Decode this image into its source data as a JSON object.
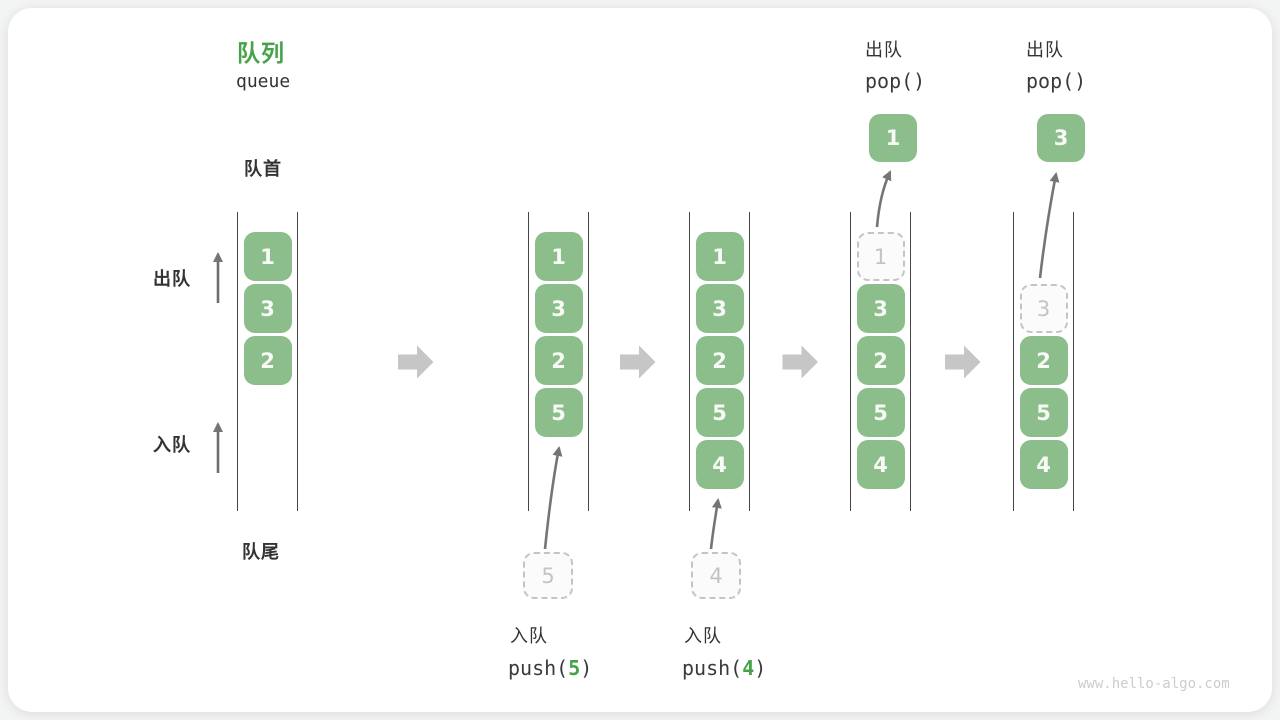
{
  "title": {
    "zh": "队列",
    "en": "queue"
  },
  "side_labels": {
    "front": "队首",
    "rear": "队尾",
    "dequeue": "出队",
    "enqueue": "入队"
  },
  "states": [
    {
      "name": "initial",
      "boxes": [
        "1",
        "3",
        "2"
      ]
    },
    {
      "name": "after-push-5",
      "boxes": [
        "1",
        "3",
        "2",
        "5"
      ],
      "incoming": "5"
    },
    {
      "name": "after-push-4",
      "boxes": [
        "1",
        "3",
        "2",
        "5",
        "4"
      ],
      "incoming": "4"
    },
    {
      "name": "after-pop-1",
      "ghost": "1",
      "boxes": [
        "3",
        "2",
        "5",
        "4"
      ],
      "popped": "1"
    },
    {
      "name": "after-pop-3",
      "ghost": "3",
      "boxes": [
        "2",
        "5",
        "4"
      ],
      "popped": "3"
    }
  ],
  "ops": {
    "push5": {
      "label": "入队",
      "code_fn": "push(",
      "code_arg": "5",
      "code_end": ")"
    },
    "push4": {
      "label": "入队",
      "code_fn": "push(",
      "code_arg": "4",
      "code_end": ")"
    },
    "pop1": {
      "label": "出队",
      "code": "pop()"
    },
    "pop2": {
      "label": "出队",
      "code": "pop()"
    }
  },
  "watermark": "www.hello-algo.com",
  "colors": {
    "box_green": "#8cbe8c",
    "accent_green": "#46a349",
    "block_arrow_gray": "#c6c6c6",
    "line_dark": "#454545",
    "arrow_stroke": "#757575"
  }
}
